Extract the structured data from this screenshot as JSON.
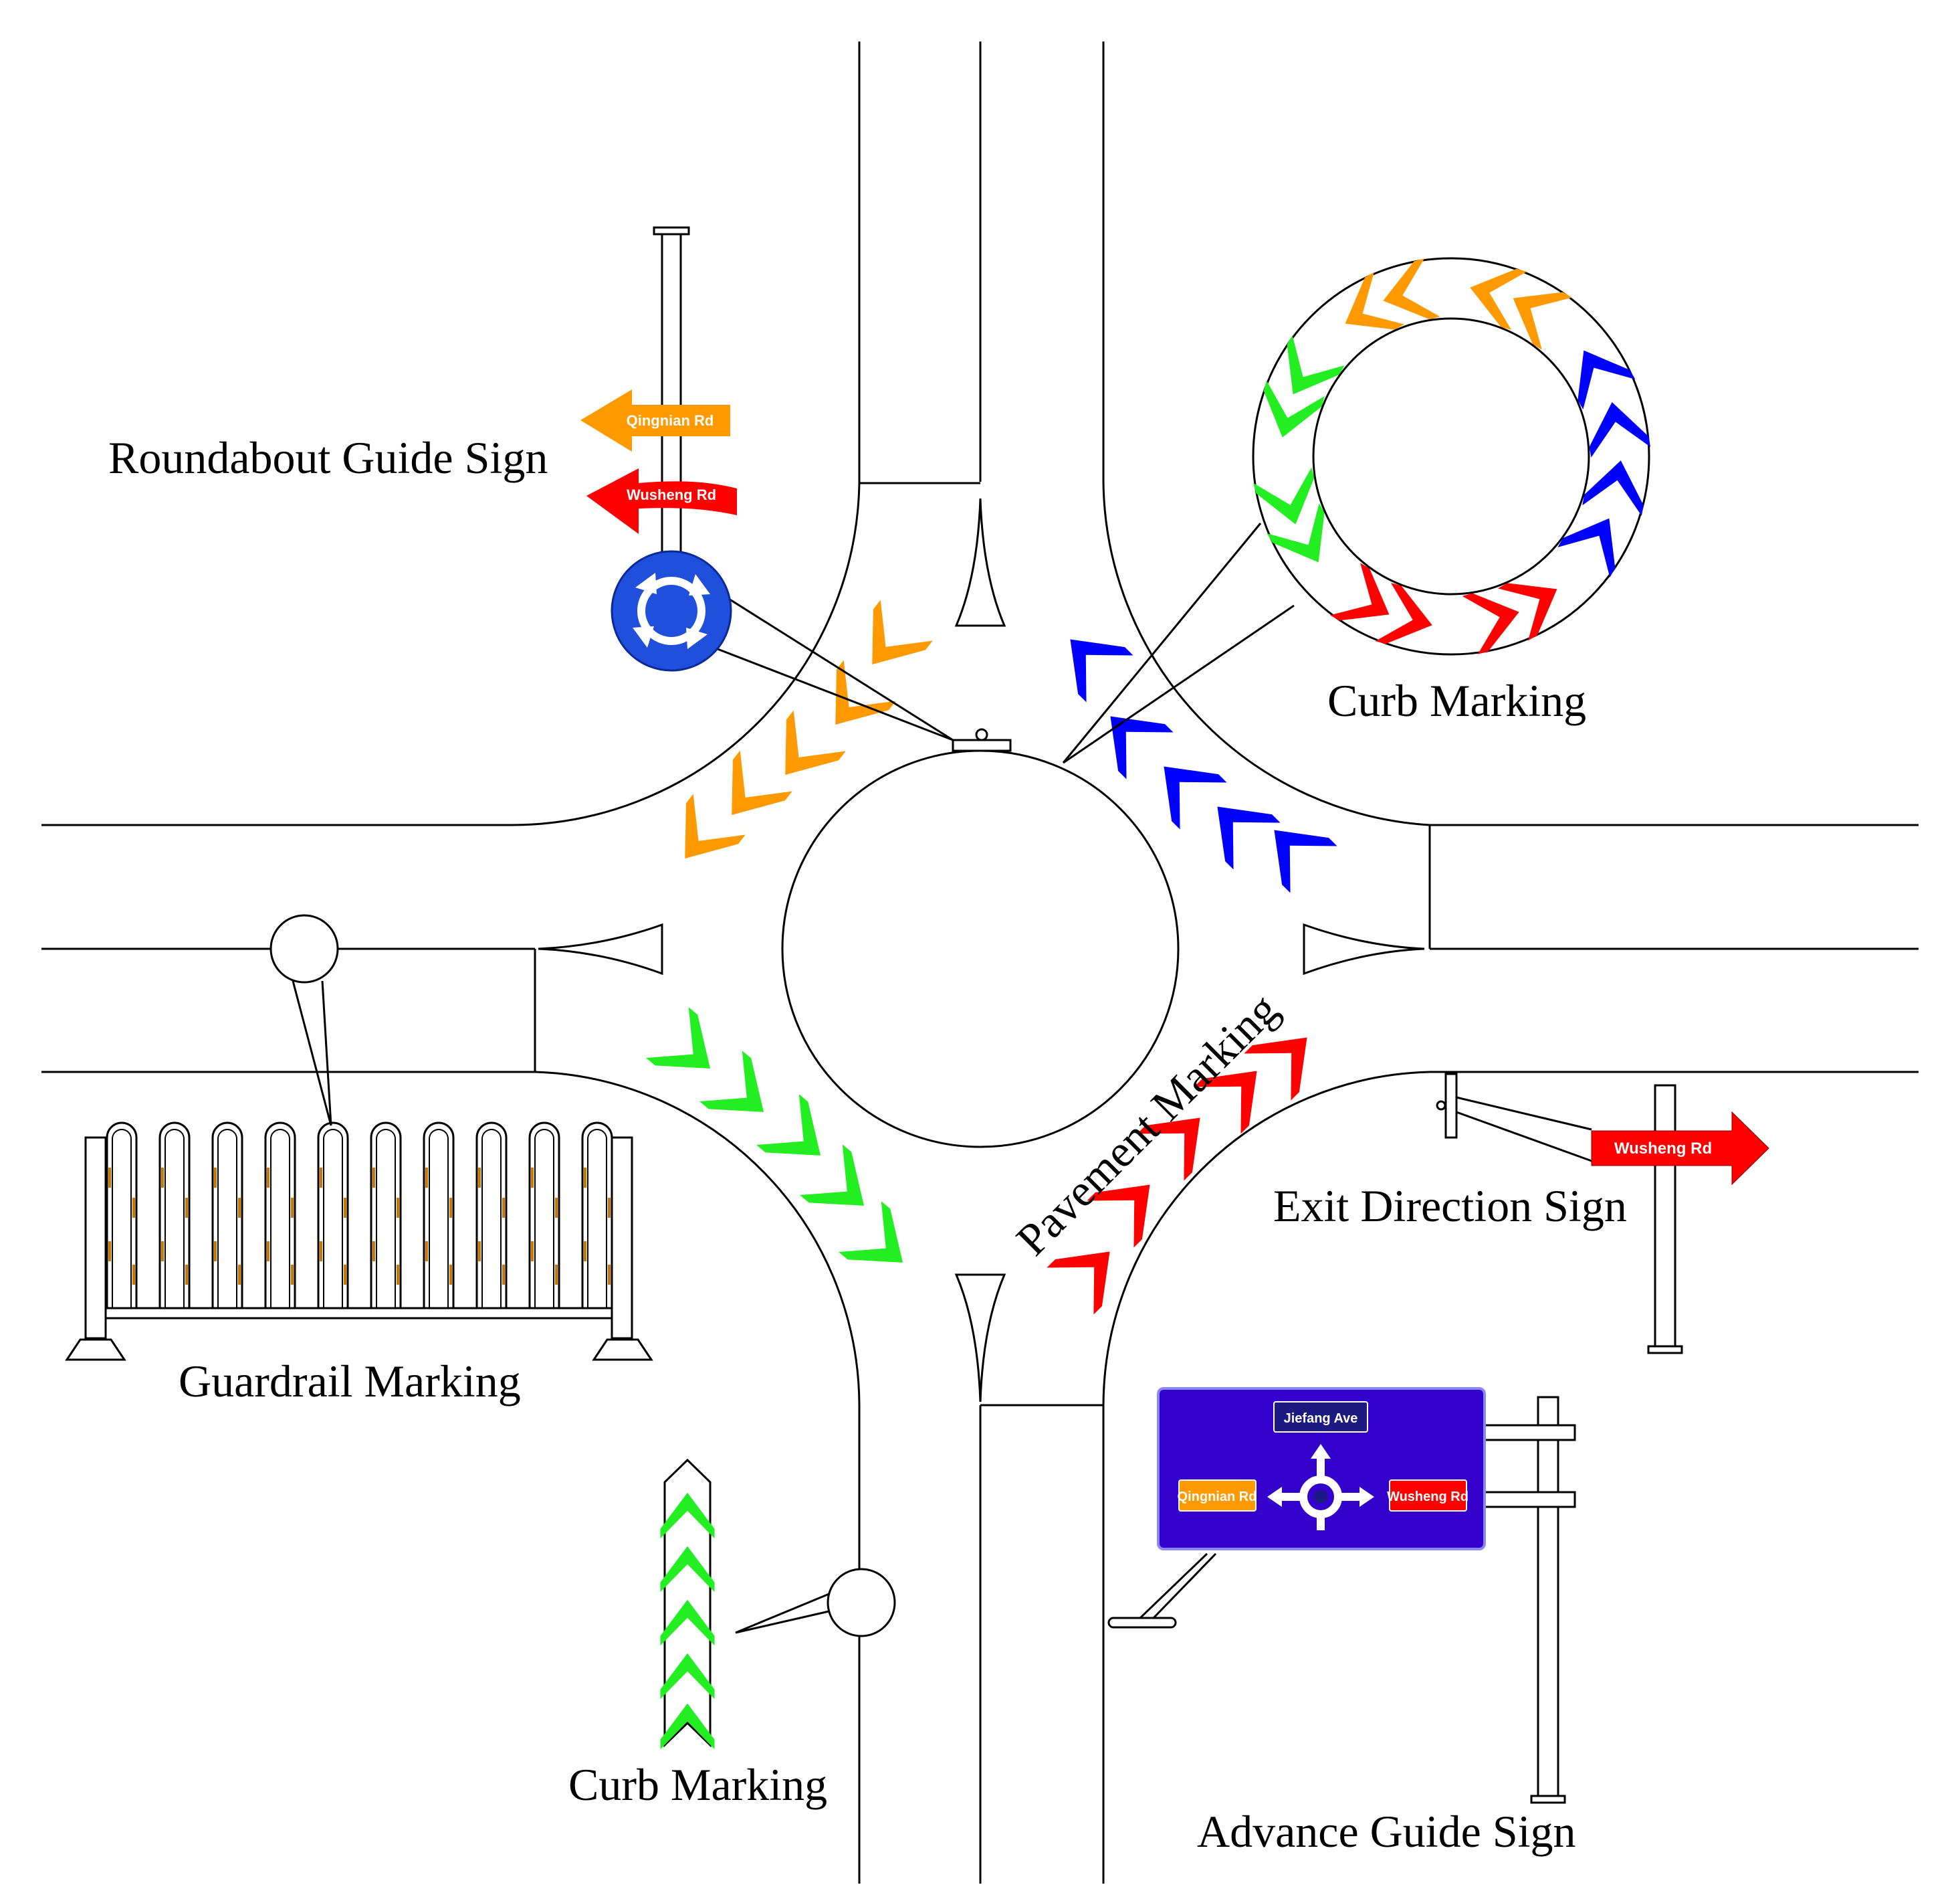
{
  "labels": {
    "roundabout_guide_sign": "Roundabout Guide Sign",
    "curb_marking_ring": "Curb Marking",
    "pavement_marking": "Pavement Marking",
    "exit_direction_sign": "Exit Direction Sign",
    "guardrail_marking": "Guardrail Marking",
    "curb_marking_post": "Curb Marking",
    "advance_guide_sign": "Advance Guide Sign"
  },
  "signs": {
    "road_west": "Qingnian Rd",
    "road_east": "Wusheng Rd",
    "road_north": "Jiefang Ave"
  },
  "colors": {
    "orange": "#FF9900",
    "red": "#FF0000",
    "blue": "#0000FF",
    "green": "#22EE22",
    "sign_blue": "#1F4FDB",
    "advance_sign_bg": "#3300CC",
    "advance_sign_navy": "#1A1A80",
    "guardrail_accent": "#CC7700"
  },
  "icons": {
    "roundabout_sign": "roundabout-circulation-icon",
    "advance_sign": "roundabout-junction-icon",
    "chevron": "chevron-arrow-icon"
  }
}
